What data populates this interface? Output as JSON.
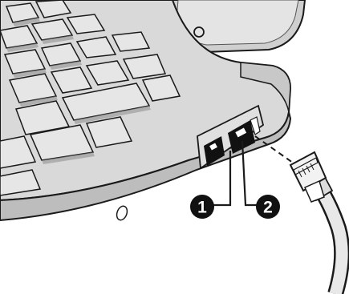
{
  "callouts": [
    {
      "number": "1",
      "meaning": "modem-port"
    },
    {
      "number": "2",
      "meaning": "network-port"
    }
  ],
  "colors": {
    "keyboard_body": "#d9d9d9",
    "key_top": "#e6e6e6",
    "key_shadow": "#8c8c8c",
    "outline": "#1a1a1a",
    "port": "#111111",
    "cable": "#e8e8e8",
    "callout_fill": "#111111",
    "callout_text": "#ffffff"
  },
  "icons": {
    "cable": "rj45-network-cable-icon",
    "laptop": "laptop-corner-icon"
  }
}
